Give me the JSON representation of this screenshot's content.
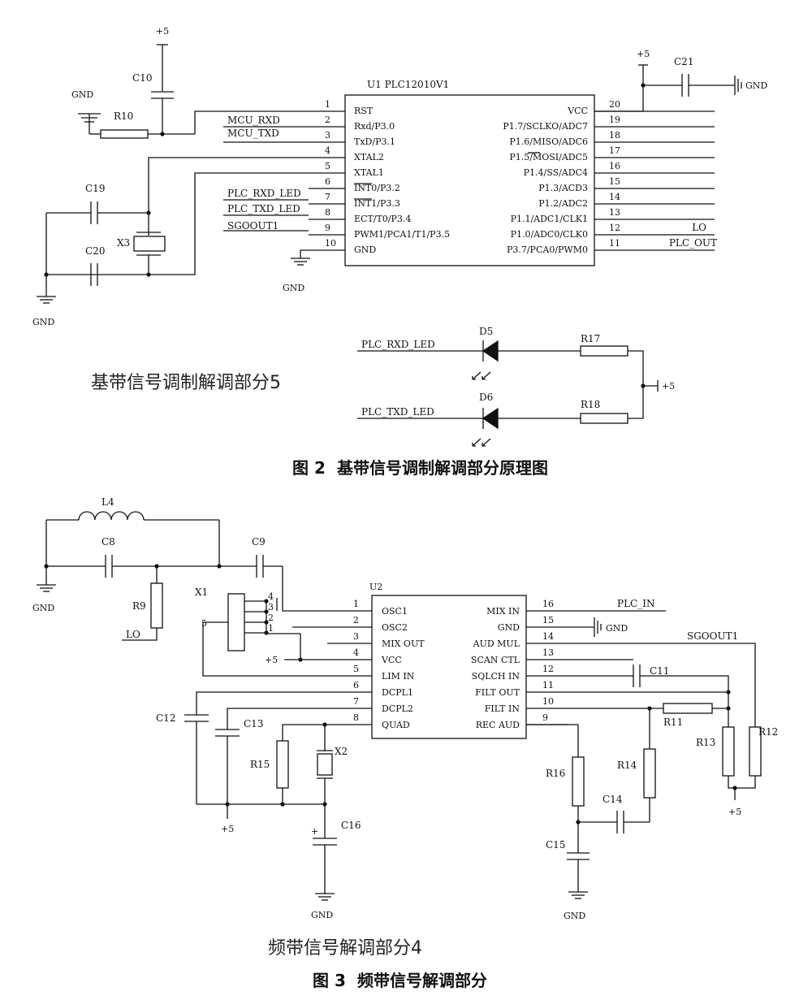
{
  "fig2": {
    "u1_title": "U1  PLC12010V1",
    "power": {
      "vcc": "+5",
      "gnd": "GND"
    },
    "left_pins": [
      {
        "num": "1",
        "name": "RST"
      },
      {
        "num": "2",
        "name": "Rxd/P3.0"
      },
      {
        "num": "3",
        "name": "TxD/P3.1"
      },
      {
        "num": "4",
        "name": "XTAL2"
      },
      {
        "num": "5",
        "name": "XTAL1"
      },
      {
        "num": "6",
        "name": "INT0/P3.2"
      },
      {
        "num": "7",
        "name": "INT1/P3.3"
      },
      {
        "num": "8",
        "name": "ECT/T0/P3.4"
      },
      {
        "num": "9",
        "name": "PWM1/PCA1/T1/P3.5"
      },
      {
        "num": "10",
        "name": "GND"
      }
    ],
    "right_pins": [
      {
        "num": "20",
        "name": "VCC"
      },
      {
        "num": "19",
        "name": "P1.7/SCLKO/ADC7"
      },
      {
        "num": "18",
        "name": "P1.6/MISO/ADC6"
      },
      {
        "num": "17",
        "name": "P1.5/MOSI/ADC5"
      },
      {
        "num": "16",
        "name": "P1.4/SS/ADC4"
      },
      {
        "num": "15",
        "name": "P1.3/ACD3"
      },
      {
        "num": "14",
        "name": "P1.2/ADC2"
      },
      {
        "num": "13",
        "name": "P1.1/ADC1/CLK1"
      },
      {
        "num": "12",
        "name": "P1.0/ADC0/CLK0"
      },
      {
        "num": "11",
        "name": "P3.7/PCA0/PWM0"
      }
    ],
    "nets": {
      "mcu_rxd": "MCU_RXD",
      "mcu_txd": "MCU_TXD",
      "plc_rxd_led": "PLC_RXD_LED",
      "plc_txd_led": "PLC_TXD_LED",
      "sgoout": "SGOOUT1",
      "lo": "LO",
      "plc_out": "PLC_OUT"
    },
    "parts": {
      "c10": "C10",
      "r10": "R10",
      "c19": "C19",
      "c20": "C20",
      "x3": "X3",
      "c21": "C21",
      "d5": "D5",
      "d6": "D6",
      "r17": "R17",
      "r18": "R18"
    },
    "section_note": "基带信号调制解调部分5",
    "caption_num": "图 2",
    "caption_text": "基带信号调制解调部分原理图"
  },
  "fig3": {
    "u2_title": "U2",
    "power": {
      "vcc": "+5",
      "gnd": "GND"
    },
    "left_pins": [
      {
        "num": "1",
        "name": "OSC1"
      },
      {
        "num": "2",
        "name": "OSC2"
      },
      {
        "num": "3",
        "name": "MIX OUT"
      },
      {
        "num": "4",
        "name": "VCC"
      },
      {
        "num": "5",
        "name": "LIM IN"
      },
      {
        "num": "6",
        "name": "DCPL1"
      },
      {
        "num": "7",
        "name": "DCPL2"
      },
      {
        "num": "8",
        "name": "QUAD"
      }
    ],
    "right_pins": [
      {
        "num": "16",
        "name": "MIX IN"
      },
      {
        "num": "15",
        "name": "GND"
      },
      {
        "num": "14",
        "name": "AUD MUL"
      },
      {
        "num": "13",
        "name": "SCAN CTL"
      },
      {
        "num": "12",
        "name": "SQLCH IN"
      },
      {
        "num": "11",
        "name": "FILT OUT"
      },
      {
        "num": "10",
        "name": "FILT IN"
      },
      {
        "num": "9",
        "name": "REC AUD"
      }
    ],
    "nets": {
      "plc_in": "PLC_IN",
      "sgoout": "SGOOUT1",
      "lo": "LO"
    },
    "parts": {
      "l4": "L4",
      "c8": "C8",
      "c9": "C9",
      "r9": "R9",
      "x1": "X1",
      "x1_pins": [
        "4",
        "3",
        "2",
        "1"
      ],
      "x1_side": "5",
      "c11": "C11",
      "c12": "C12",
      "c13": "C13",
      "r15": "R15",
      "x2": "X2",
      "c16": "C16",
      "r11": "R11",
      "r12": "R12",
      "r13": "R13",
      "r14": "R14",
      "r16": "R16",
      "c14": "C14",
      "c15": "C15",
      "plus": "+"
    },
    "section_note": "频带信号解调部分4",
    "caption_num": "图 3",
    "caption_text": "频带信号解调部分"
  }
}
